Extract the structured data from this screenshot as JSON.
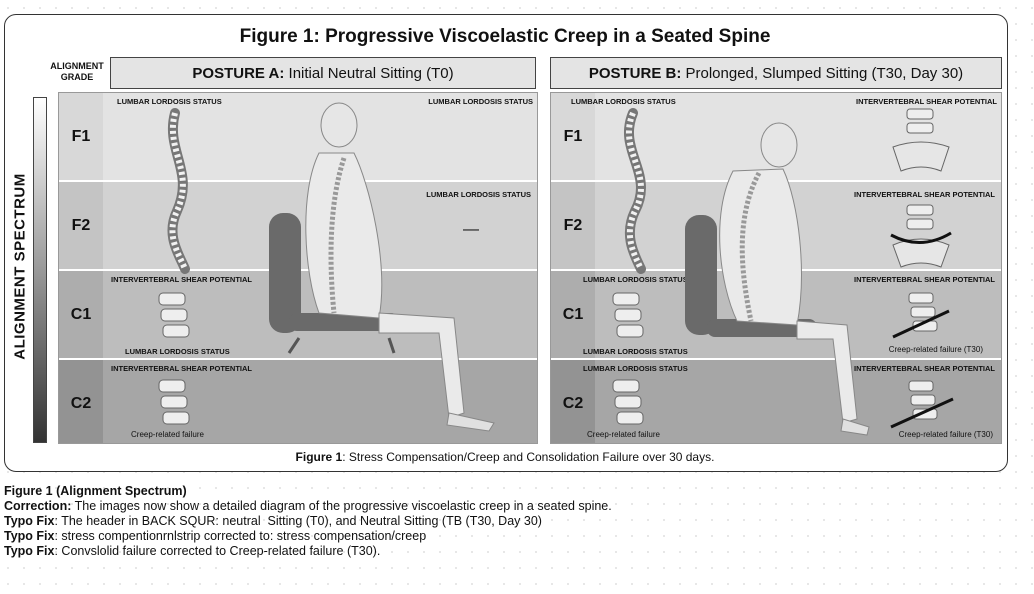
{
  "figure": {
    "title": "Figure 1: Progressive Viscoelastic Creep in a Seated Spine",
    "grade_header": "ALIGNMENT GRADE",
    "spectrum_label": "ALIGNMENT SPECTRUM",
    "posture_a": {
      "bold": "POSTURE A:",
      "rest": " Initial Neutral Sitting (T0)"
    },
    "posture_b": {
      "bold": "POSTURE B:",
      "rest": " Prolonged, Slumped Sitting (T30, Day 30)"
    },
    "grades": [
      "F1",
      "F2",
      "C1",
      "C2"
    ],
    "panel_a": {
      "f1_left": "LUMBAR LORDOSIS STATUS",
      "f1_right": "LUMBAR LORDOSIS STATUS",
      "f2_right": "LUMBAR LORDOSIS STATUS",
      "f2_dash": "—",
      "c1_top": "INTERVERTEBRAL SHEAR POTENTIAL",
      "c1_bottom": "LUMBAR LORDOSIS STATUS",
      "c2_top": "INTERVERTEBRAL SHEAR POTENTIAL",
      "c2_caption": "Creep-related failure"
    },
    "panel_b": {
      "f1_left": "LUMBAR LORDOSIS STATUS",
      "f1_right": "INTERVERTEBRAL SHEAR POTENTIAL",
      "f2_right": "INTERVERTEBRAL SHEAR POTENTIAL",
      "c1_left": "LUMBAR LORDOSIS STATUS",
      "c1_right": "INTERVERTEBRAL SHEAR POTENTIAL",
      "c1_bottom_left": "LUMBAR LORDOSIS STATUS",
      "c1_caption": "Creep-related failure (T30)",
      "c2_left": "LUMBAR LORDOSIS STATUS",
      "c2_right": "INTERVERTEBRAL SHEAR POTENTIAL",
      "c2_caption_left": "Creep-related failure",
      "c2_caption_right": "Creep-related failure (T30)"
    },
    "caption": {
      "bold": "Figure 1",
      "rest": ": Stress Compensation/Creep and Consolidation Failure over 30 days."
    }
  },
  "notes": [
    {
      "bold": "Figure 1 (Alignment Spectrum)",
      "rest": ""
    },
    {
      "bold": "Correction:",
      "rest": " The images now show a detailed diagram of the progressive viscoelastic creep in a seated spine."
    },
    {
      "bold": "Typo Fix",
      "rest": ": The header in BACK SQUR: neutral  Sitting (T0), and Neutral Sitting (TB (T30, Day 30)"
    },
    {
      "bold": "Typo Fix",
      "rest": ": stress compentionrnlstrip corrected to: stress compensation/creep"
    },
    {
      "bold": "Typo Fix",
      "rest": ": Convslolid failure corrected to Creep-related failure (T30)."
    }
  ],
  "colors": {
    "band1": "#e3e3e3",
    "band2": "#d2d2d2",
    "band3": "#bdbdbd",
    "band4": "#a6a6a6",
    "chair": "#6a6a6a",
    "arrow": "#111111"
  }
}
